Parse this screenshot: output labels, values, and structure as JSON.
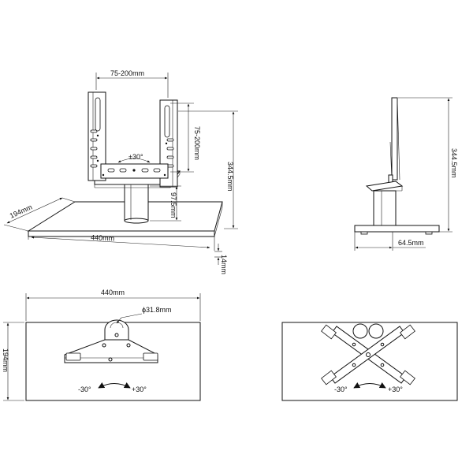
{
  "dimensions": {
    "vesa_width": "75-200mm",
    "vesa_height": "75-200mm",
    "tilt": "±30°",
    "total_height": "344.5mm",
    "column_height": "97.5mm",
    "base_depth": "194mm",
    "base_width": "440mm",
    "base_thickness": "14mm",
    "side_total_height": "344.5mm",
    "side_offset": "64.5mm",
    "top_width": "440mm",
    "top_depth": "194mm",
    "hole_diameter": "ϕ31.8mm"
  },
  "rotation": {
    "left_minus": "-30°",
    "left_plus": "+30°",
    "right_minus": "-30°",
    "right_plus": "+30°"
  }
}
